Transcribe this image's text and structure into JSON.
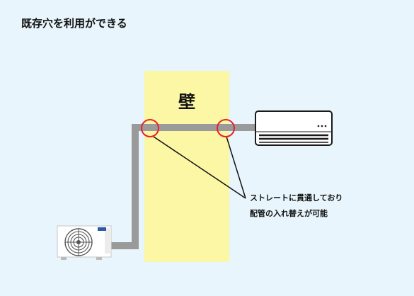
{
  "title": "既存穴を利用ができる",
  "wall_label": "壁",
  "note": {
    "line1": "ストレートに貫通しており",
    "line2": "配管の入れ替えが可能"
  },
  "colors": {
    "background": "#e8f5fc",
    "wall": "#fbf7a4",
    "pipe": "#9a9a9a",
    "marker": "#e8202a"
  }
}
